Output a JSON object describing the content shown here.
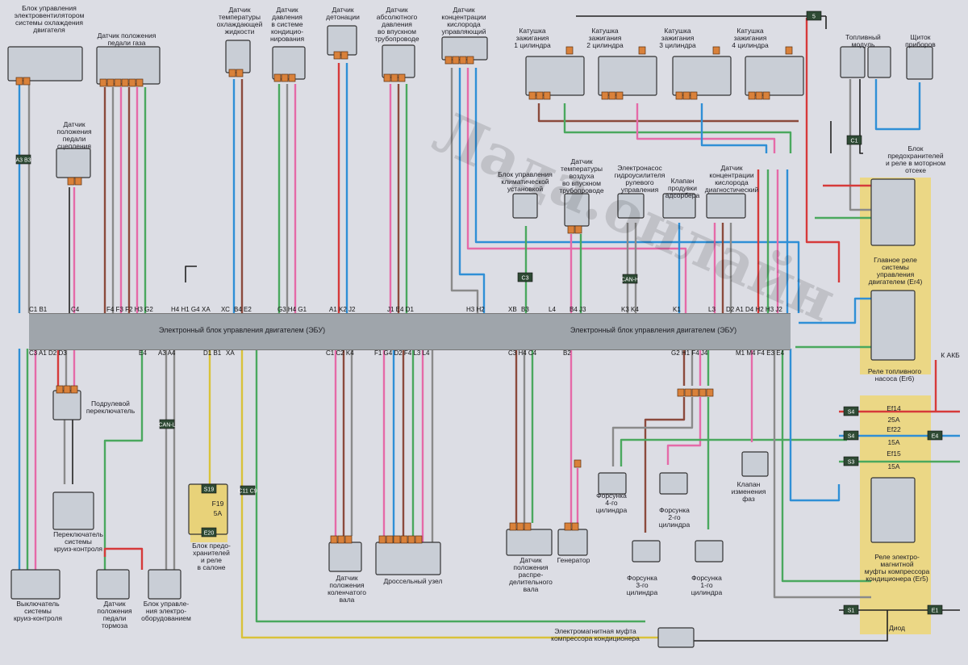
{
  "watermark": "Лада.онлайн",
  "ecu": {
    "name_left": "Электронный блок управления\nдвигателем (ЭБУ)",
    "name_right": "Электронный блок управления\nдвигателем (ЭБУ)",
    "top_pins": {
      "xa_label": "ХА",
      "xc_label": "ХС",
      "xb_label": "ХВ",
      "p1": "C1 B1",
      "p2": "C4",
      "p3": "F4 F3 F2 H3 G2",
      "p4": "H4 H1 G4",
      "p5": "B4 E2",
      "p6": "G3 H4 G1",
      "p7": "A1 K2 J2",
      "p8": "J1 E4 D1",
      "p9": "H3 H2",
      "p10": "B3",
      "p11": "L4",
      "p12": "B4 J3",
      "p13": "K3 K4",
      "p14": "K1",
      "p15": "L3",
      "p16": "D2 A1 D4 H2 H3 J2"
    },
    "bottom_pins": {
      "p1": "C3 A1 D2 D3",
      "p2": "E4",
      "p3": "A3 A4",
      "p4": "D1 B1",
      "p5": "C1 C2 K4",
      "p6": "F1 G4 D2 F4 L3 L4",
      "p7": "C3 H4 C4",
      "p8": "B2",
      "p9": "G2 H1 F4 J4",
      "p10": "M1 M4 F4 E3 E4"
    }
  },
  "components": {
    "fan_ctrl": "Блок управления\nэлектровентилятором\nсистемы охлаждения\nдвигателя",
    "pedal_pos": "Датчик положения\nпедали газа",
    "coolant_temp": "Датчик\nтемпературы\nохлаждающей\nжидкости",
    "ac_pressure": "Датчик\nдавления\nв системе\nкондицио-\nнирования",
    "knock": "Датчик\nдетонации",
    "map_sensor": "Датчик\nабсолютного\nдавления\nво впускном\nтрубопроводе",
    "o2_ctrl": "Датчик\nконцентрации\nкислорода\nуправляющий",
    "coil1": "Катушка\nзажигания\n1 цилиндра",
    "coil2": "Катушка\nзажигания\n2 цилиндра",
    "coil3": "Катушка\nзажигания\n3 цилиндра",
    "coil4": "Катушка\nзажигания\n4 цилиндра",
    "fuel_module": "Топливный\nмодуль",
    "cluster": "Щиток\nприборов",
    "clutch_sensor": "Датчик\nположения\nпедали\nсцепления",
    "climate": "Блок управления\nклиматической\nустановкой",
    "iat": "Датчик\nтемпературы\nвоздуха\nво впускном\nтрубопроводе",
    "eps": "Электронасос\nгидроусилителя\nрулевого\nуправления",
    "purge": "Клапан\nпродувки\nадсорбера",
    "o2_diag": "Датчик\nконцентрации\nкислорода\nдиагностический",
    "relay_box": "Блок\nпредохранителей\nи реле в моторном\nотсеке",
    "main_relay": "Главное реле\nсистемы\nуправления\nдвигателем (Er4)",
    "fuel_pump_relay": "Реле топливного\nнасоса (Er6)",
    "ac_clutch_relay": "Реле электро-\nмагнитной\nмуфты компрессора\nкондиционера (Er5)",
    "diode": "Диод",
    "battery": "К АКБ",
    "f14": "Ef14",
    "f14a": "25A",
    "f22": "Ef22",
    "f22a": "15A",
    "f15": "Ef15",
    "f15a": "15A",
    "column_switch": "Подрулевой\nпереключатель",
    "cruise_switch": "Переключатель\nсистемы\nкруиз-контроля",
    "cruise_off": "Выключатель\nсистемы\nкруиз-контроля",
    "brake_sensor": "Датчик\nположения\nпедали\nтормоза",
    "eq_ctrl": "Блок управле-\nния электро-\nоборудованием",
    "cabin_fuse": "Блок предо-\nхранителей\nи реле\nв салоне",
    "f19": "F19",
    "f19a": "5A",
    "crank": "Датчик\nположения\nколенчатого\nвала",
    "throttle": "Дроссельный узел",
    "cam": "Датчик\nположения\nраспре-\nделительного\nвала",
    "alternator": "Генератор",
    "inj4": "Форсунка\n4-го\nцилиндра",
    "inj2": "Форсунка\n2-го\nцилиндра",
    "inj3": "Форсунка\n3-го\nцилиндра",
    "inj1": "Форсунка\n1-го\nцилиндра",
    "vvt": "Клапан\nизменения\nфаз",
    "ac_clutch": "Электромагнитная муфта\nкомпрессора кондиционера",
    "can_l": "CAN-L",
    "can_h": "CAN-H"
  },
  "connector_tags": {
    "a3b3": "A3 B3",
    "c3": "C3",
    "c1": "C1",
    "c11c9": "C11 C9",
    "s19": "S19",
    "e20": "E20",
    "s4a": "S4",
    "s4b": "S4",
    "s3": "S3",
    "e4": "E4",
    "s1": "S1",
    "e1": "E1",
    "five": "5"
  },
  "colors": {
    "blue": "#2f8fd6",
    "pink": "#e56aa8",
    "green": "#4aa85e",
    "brown": "#8b4a3c",
    "red": "#d63a3a",
    "gray": "#8a8a8a",
    "yellow": "#d9c23a",
    "black": "#222222",
    "connector": "#d9813a",
    "ecu": "#9fa5ab"
  }
}
